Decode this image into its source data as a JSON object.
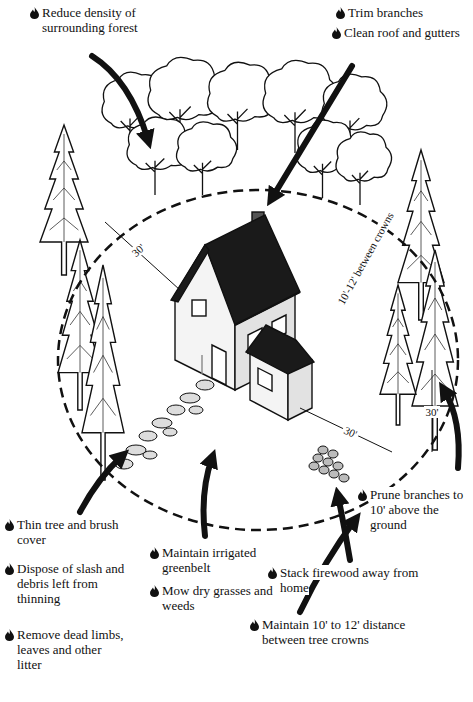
{
  "diagram": {
    "labels": [
      "Reduce density of surrounding forest",
      "Trim branches",
      "Clean roof and gutters",
      "Thin tree and brush cover",
      "Dispose of slash and debris left from thinning",
      "Remove dead limbs, leaves and other litter",
      "Maintain irrigated greenbelt",
      "Mow dry grasses and weeds",
      "Prune branches to 10' above the ground",
      "Stack firewood away from home",
      "Maintain 10' to 12' distance between tree crowns",
      "30'",
      "30'",
      "30'",
      "10'-12' between crowns"
    ]
  }
}
